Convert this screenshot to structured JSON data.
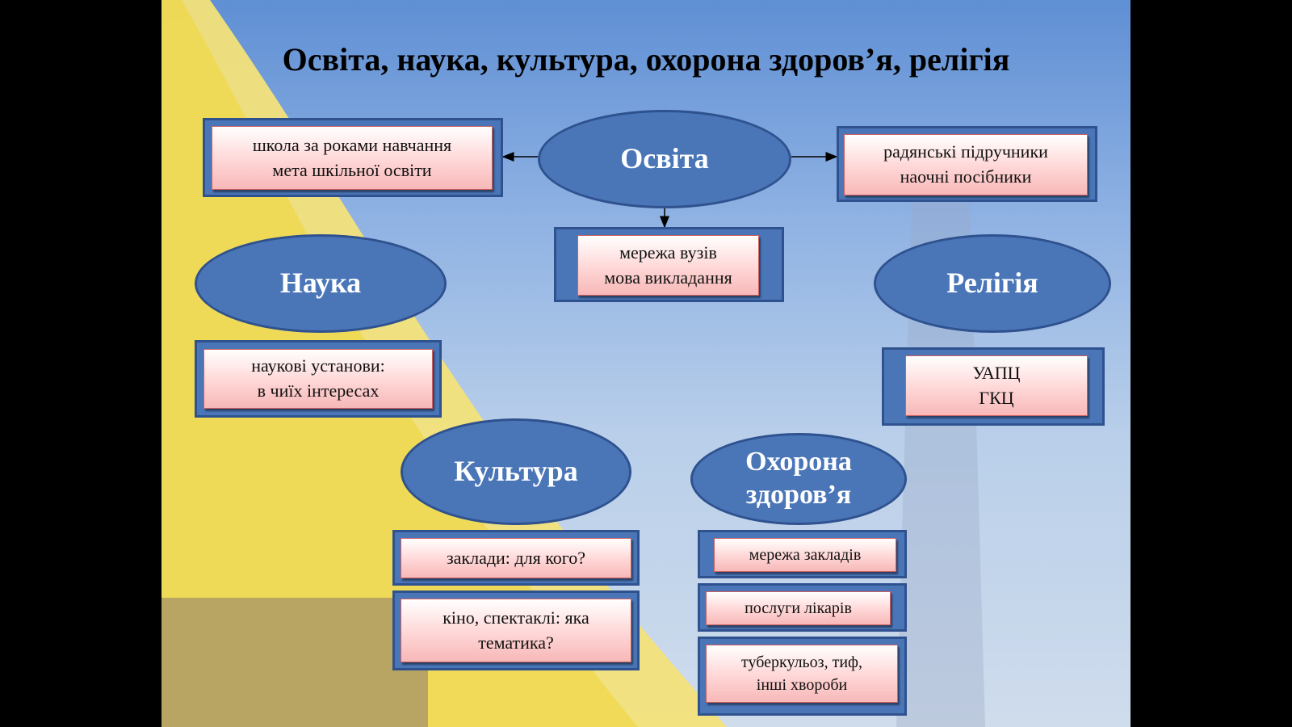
{
  "title": "Освіта, наука, культура, охорона здоров’я, релігія",
  "nodes": {
    "osvita": "Освіта",
    "nauka": "Наука",
    "religiia": "Релігія",
    "kultura": "Культура",
    "okhorona_line1": "Охорона",
    "okhorona_line2": "здоров’я"
  },
  "boxes": {
    "osvita_left": [
      "школа за роками навчання",
      "мета шкільної освіти"
    ],
    "osvita_right": [
      "радянські підручники",
      "наочні посібники"
    ],
    "osvita_bottom": [
      "мережа вузів",
      "мова викладання"
    ],
    "nauka": [
      "наукові установи:",
      "в чиїх інтересах"
    ],
    "religiia": [
      "УАПЦ",
      "ГКЦ"
    ],
    "kultura_1": [
      "заклади: для кого?"
    ],
    "kultura_2": [
      "кіно, спектаклі: яка",
      "тематика?"
    ],
    "okhorona_1": [
      "мережа закладів"
    ],
    "okhorona_2": [
      "послуги лікарів"
    ],
    "okhorona_3": [
      "туберкульоз, тиф,",
      "інші хвороби"
    ]
  }
}
